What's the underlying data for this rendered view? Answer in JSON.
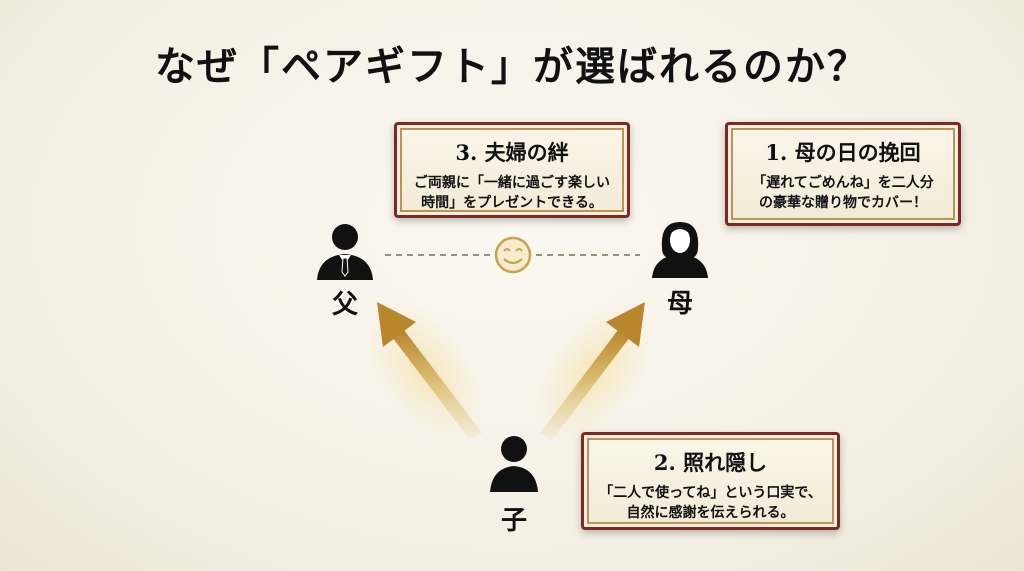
{
  "title": "なぜ「ペアギフト」が選ばれるのか？",
  "cards": {
    "bond": {
      "heading": "3. 夫婦の絆",
      "body_line1": "ご両親に「一緒に過ごす楽しい",
      "body_line2": "時間」をプレゼントできる。"
    },
    "recovery": {
      "heading": "1. 母の日の挽回",
      "body_line1": "「遅れてごめんね」を二人分",
      "body_line2": "の豪華な贈り物でカバー！"
    },
    "shyness": {
      "heading": "2. 照れ隠し",
      "body_line1": "「二人で使ってね」という口実で、",
      "body_line2": "自然に感謝を伝えられる。"
    }
  },
  "people": {
    "father": {
      "label": "父",
      "icon": "father-icon"
    },
    "mother": {
      "label": "母",
      "icon": "mother-icon"
    },
    "child": {
      "label": "子",
      "icon": "child-icon"
    }
  },
  "connector_icon": "smile-icon",
  "colors": {
    "card_border": "#7a2a22",
    "arrow_gold": "#c9a24a",
    "text": "#111111"
  }
}
